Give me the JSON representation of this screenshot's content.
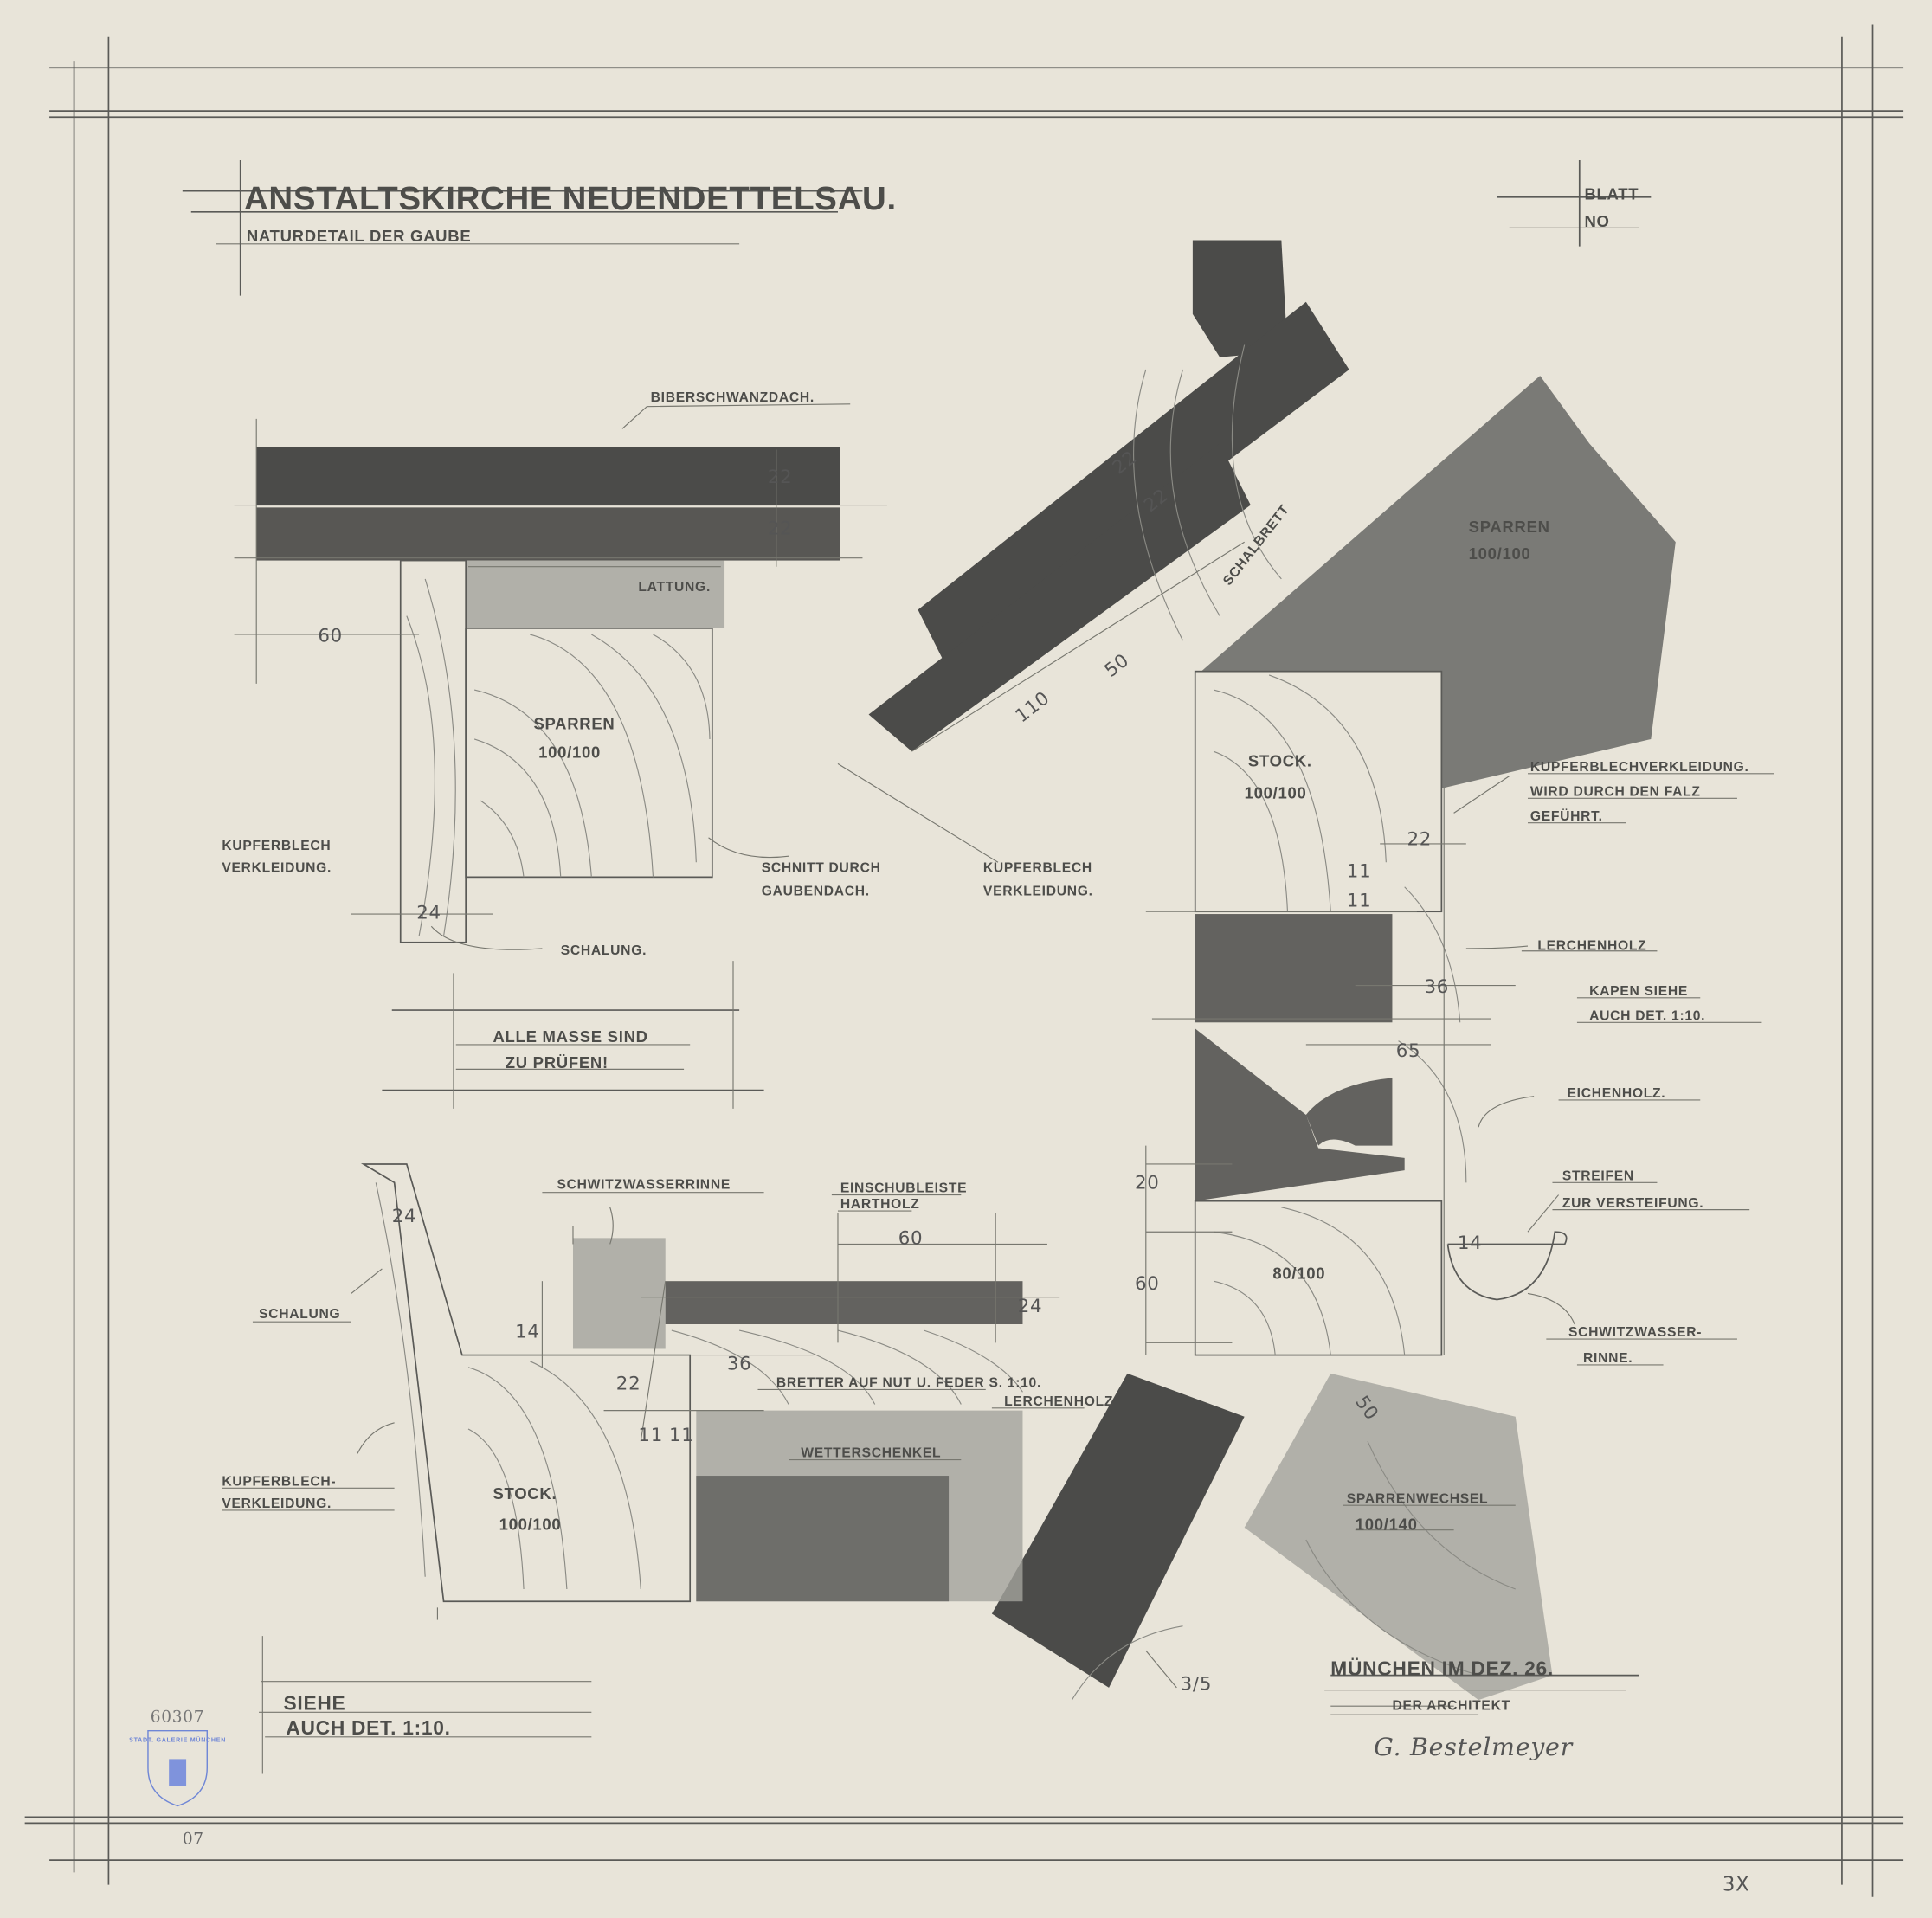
{
  "title": "ANSTALTSKIRCHE NEUENDETTELSAU.",
  "subtitle": "NATURDETAIL DER GAUBE",
  "sheet": {
    "blatt_label": "BLATT",
    "no_label": "NO"
  },
  "colors": {
    "paper": "#e8e4d9",
    "graphite_dark": "#4b4b49",
    "graphite_mid": "#6e6e6a",
    "stamp_blue": "#6f86d6"
  },
  "detail_top_left": {
    "roof_label": "BIBERSCHWANZDACH.",
    "dims": [
      "22",
      "22",
      "60",
      "24"
    ],
    "lattung": "LATTUNG.",
    "sparren": "SPARREN",
    "sparren_size": "100/100",
    "kupfer_1": "KUPFERBLECH",
    "kupfer_2": "VERKLEIDUNG.",
    "schalung": "SCHALUNG.",
    "schnitt_1": "SCHNITT DURCH",
    "schnitt_2": "GAUBENDACH.",
    "kupfer_b1": "KUPFERBLECH",
    "kupfer_b2": "VERKLEIDUNG."
  },
  "note_center": {
    "line1": "ALLE MASSE SIND",
    "line2": "ZU PRÜFEN!"
  },
  "detail_right": {
    "dims": [
      "22",
      "22",
      "110",
      "50",
      "22",
      "11",
      "11",
      "36",
      "65",
      "20",
      "14",
      "60"
    ],
    "schalbrett": "SCHALBRETT",
    "sparren": "SPARREN",
    "sparren_size": "100/100",
    "stock": "STOCK.",
    "stock_size": "100/100",
    "kupfer_1": "KUPFERBLECHVERKLEIDUNG.",
    "kupfer_2": "WIRD DURCH DEN FALZ",
    "kupfer_3": "GEFÜHRT.",
    "lerchenholz": "LERCHENHOLZ",
    "kapen_1": "KAPEN SIEHE",
    "kapen_2": "AUCH DET. 1:10.",
    "eichenholz": "EICHENHOLZ.",
    "streifen_1": "STREIFEN",
    "streifen_2": "ZUR VERSTEIFUNG.",
    "lower_size": "80/100",
    "rinne_1": "SCHWITZWASSER-",
    "rinne_2": "RINNE."
  },
  "detail_bottom": {
    "dims": [
      "24",
      "60",
      "24",
      "14",
      "36",
      "22",
      "11",
      "11",
      "50"
    ],
    "schalung": "SCHALUNG",
    "rinne": "SCHWITZWASSERRINNE",
    "einschub_1": "EINSCHUBLEISTE",
    "einschub_2": "HARTHOLZ",
    "bretter": "BRETTER AUF NUT U. FEDER S. 1:10.",
    "lerchenholz": "LERCHENHOLZ",
    "wetterschenkel": "WETTERSCHENKEL",
    "kupfer_1": "KUPFERBLECH-",
    "kupfer_2": "VERKLEIDUNG.",
    "stock": "STOCK.",
    "stock_size": "100/100",
    "sparrenwechsel": "SPARRENWECHSEL",
    "sparrenwechsel_size": "100/140",
    "scale_mark": "3/5"
  },
  "note_bottom_left": {
    "line1": "SIEHE",
    "line2": "AUCH DET. 1:10."
  },
  "footer": {
    "place_date": "MÜNCHEN IM DEZ. 26.",
    "role": "DER ARCHITEKT",
    "signature": "G. Bestelmeyer",
    "inventory_no": "60307",
    "stamp_text": "STADT. GALERIE MÜNCHEN",
    "sheet_code": "07",
    "corner_mark": "3X"
  }
}
